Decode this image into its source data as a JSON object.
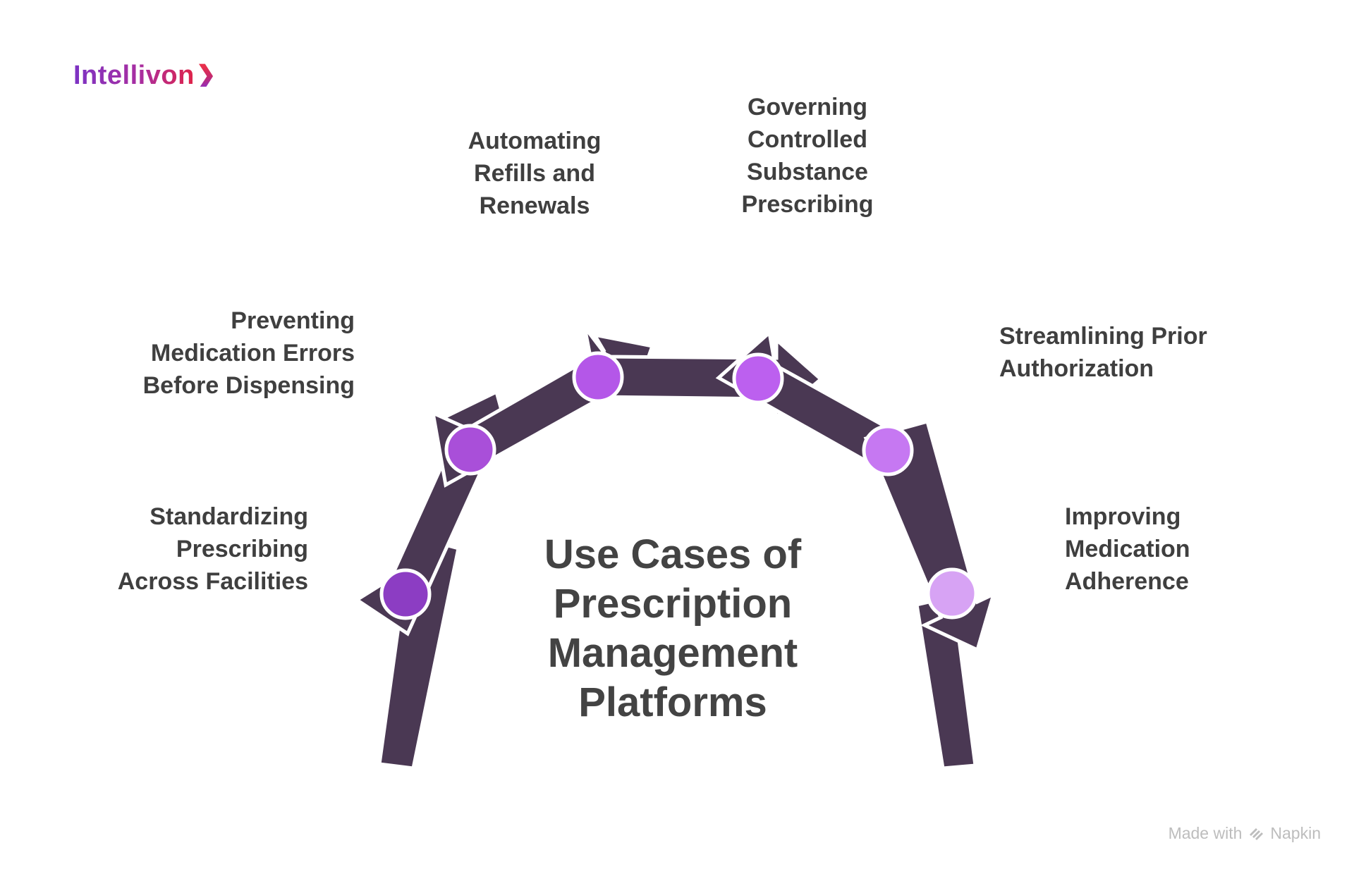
{
  "brand": {
    "name": "Intellivon",
    "chevron": "❯",
    "gradient_from": "#7C33C4",
    "gradient_mid": "#A92EA0",
    "gradient_to": "#E02348"
  },
  "title": {
    "full": "Use Cases of Prescription Management Platforms",
    "lines": [
      "Use Cases of",
      "Prescription",
      "Management",
      "Platforms"
    ]
  },
  "labels": {
    "automating": {
      "full": "Automating Refills and Renewals",
      "lines": [
        "Automating",
        "Refills and",
        "Renewals"
      ]
    },
    "governing": {
      "full": "Governing Controlled Substance Prescribing",
      "lines": [
        "Governing",
        "Controlled",
        "Substance",
        "Prescribing"
      ]
    },
    "preventing": {
      "full": "Preventing Medication Errors Before Dispensing",
      "lines": [
        "Preventing",
        "Medication Errors",
        "Before Dispensing"
      ]
    },
    "standardizing": {
      "full": "Standardizing Prescribing Across Facilities",
      "lines": [
        "Standardizing",
        "Prescribing",
        "Across Facilities"
      ]
    },
    "streamlining": {
      "full": "Streamlining Prior Authorization",
      "lines": [
        "Streamlining Prior",
        "Authorization"
      ]
    },
    "improving": {
      "full": "Improving Medication Adherence",
      "lines": [
        "Improving",
        "Medication",
        "Adherence"
      ]
    }
  },
  "arch": {
    "color": "#4A3853",
    "outline": "#FFFFFF",
    "node_colors": [
      "#8C3DC3",
      "#A94FD9",
      "#B457E8",
      "#BC60EF",
      "#C678F2",
      "#D7A3F4"
    ],
    "text_color": "#3F3F3F"
  },
  "footer": {
    "prefix": "Made with",
    "suffix": "Napkin"
  }
}
